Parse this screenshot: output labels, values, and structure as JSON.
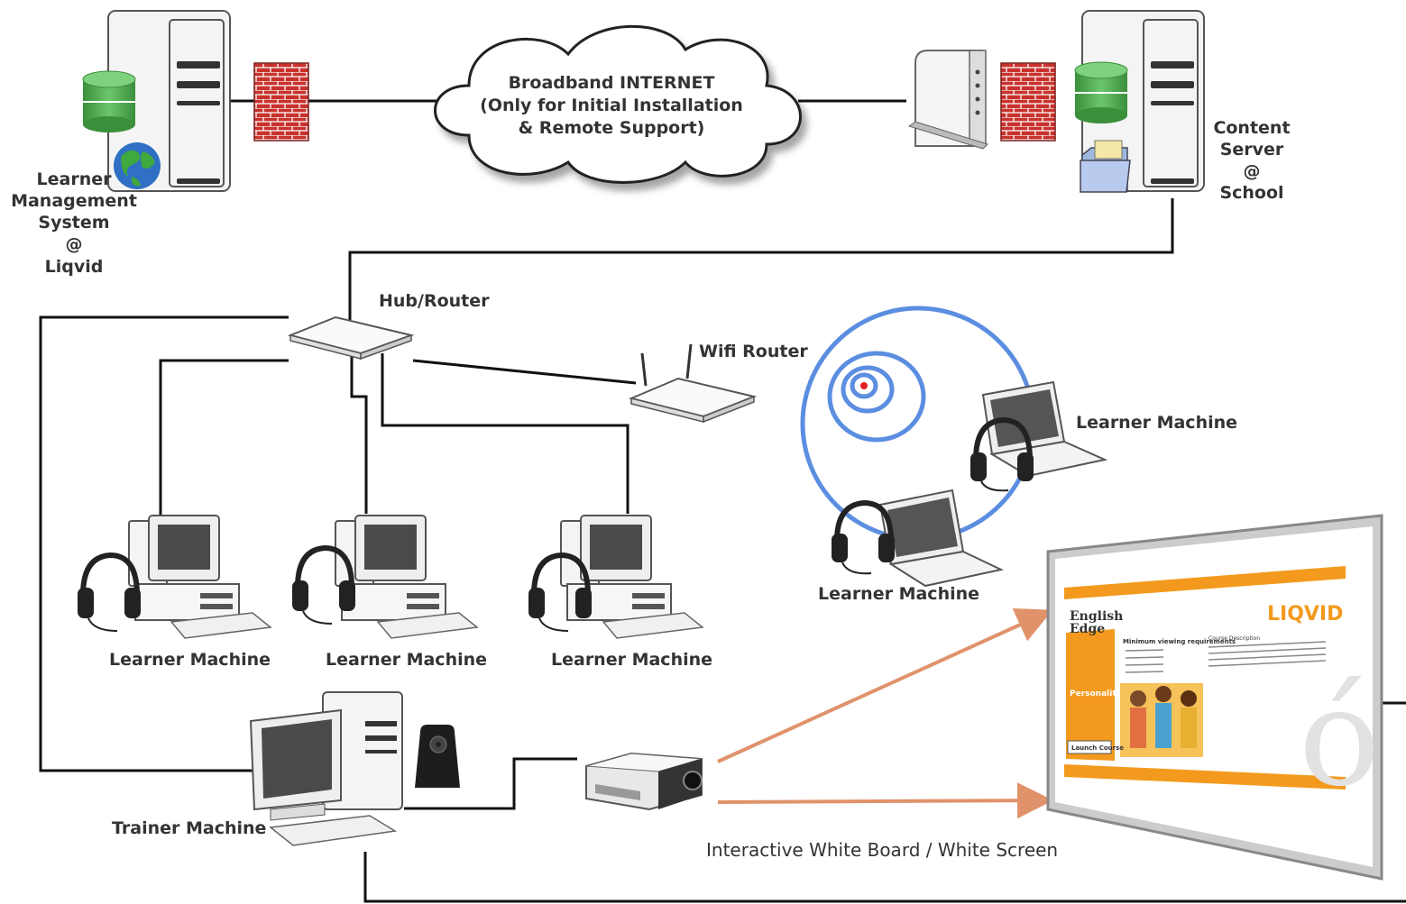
{
  "cloud": {
    "line1": "Broadband INTERNET",
    "line2": "(Only for Initial Installation",
    "line3": "& Remote Support)"
  },
  "lms": {
    "line1": "Learner",
    "line2": "Management",
    "line3": "System",
    "line4": "@",
    "line5": "Liqvid"
  },
  "content_server": {
    "line1": "Content",
    "line2": "Server",
    "line3": "@",
    "line4": "School"
  },
  "hub_router": "Hub/Router",
  "wifi_router": "Wifi Router",
  "learner_machine": "Learner Machine",
  "trainer_machine": "Trainer Machine",
  "whiteboard": "Interactive White Board / White Screen",
  "board": {
    "brand": "LIQVID",
    "logo_line1": "English",
    "logo_line2": "Edge",
    "section": "Personality Development",
    "heading": "Minimum viewing requirements",
    "course_desc": "Course Description",
    "launch": "Launch Course",
    "big_glyph": "ó"
  },
  "colors": {
    "wifi_rings": "#5b8ee0",
    "arrow": "#e0926b",
    "firewall": "#c8322c",
    "db": "#4aa34a",
    "board_orange": "#f39a1e"
  }
}
